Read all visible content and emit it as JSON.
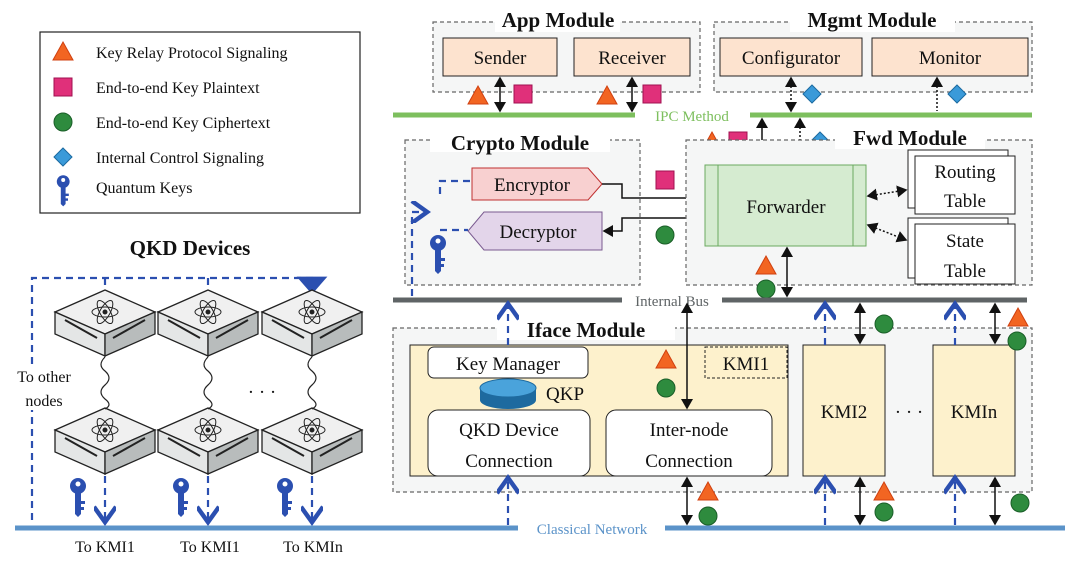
{
  "legend": [
    {
      "icon": "triangle",
      "label": "Key Relay Protocol Signaling",
      "color": "#f26522"
    },
    {
      "icon": "square",
      "label": "End-to-end Key Plaintext",
      "color": "#e0307a"
    },
    {
      "icon": "circle",
      "label": "End-to-end Key Ciphertext",
      "color": "#2e8b3e"
    },
    {
      "icon": "diamond",
      "label": "Internal Control Signaling",
      "color": "#3a9ad9"
    },
    {
      "icon": "key",
      "label": "Quantum Keys",
      "color": "#2b4fb0"
    }
  ],
  "qkd": {
    "title": "QKD Devices",
    "other_nodes": [
      "To other",
      "nodes"
    ],
    "ellipsis": "· · ·",
    "to_labels": [
      "To KMI1",
      "To KMI1",
      "To KMIn"
    ]
  },
  "app": {
    "title": "App Module",
    "sender": "Sender",
    "receiver": "Receiver"
  },
  "mgmt": {
    "title": "Mgmt Module",
    "configurator": "Configurator",
    "monitor": "Monitor"
  },
  "ipc": "IPC Method",
  "crypto": {
    "title": "Crypto Module",
    "encryptor": "Encryptor",
    "decryptor": "Decryptor"
  },
  "fwd": {
    "title": "Fwd Module",
    "forwarder": "Forwarder",
    "routing": [
      "Routing",
      "Table"
    ],
    "state": [
      "State",
      "Table"
    ]
  },
  "bus": "Internal Bus",
  "iface": {
    "title": "Iface Module",
    "key_manager": "Key Manager",
    "qkp": "QKP",
    "qkd_conn": [
      "QKD Device",
      "Connection"
    ],
    "inter_conn": [
      "Inter-node",
      "Connection"
    ],
    "kmi1": "KMI1",
    "kmi2": "KMI2",
    "kmin": "KMIn",
    "ellipsis": "· · ·"
  },
  "network": "Classical Network",
  "colors": {
    "ipc": "#7dbf5e",
    "bus": "#5f6466",
    "network": "#5b93c9",
    "peach": "#fde3cf",
    "yellow": "#fdf1cc"
  }
}
